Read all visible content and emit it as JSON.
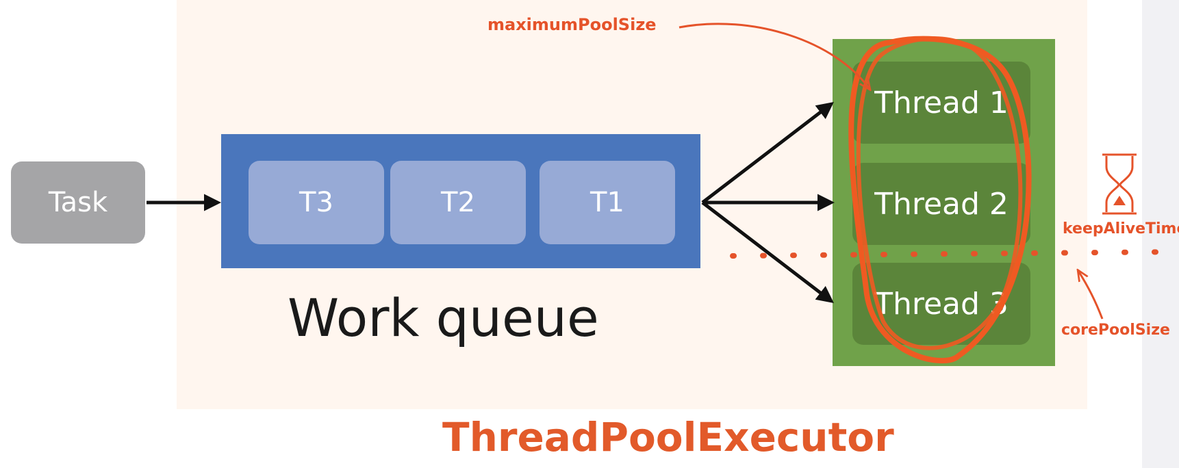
{
  "diagram": {
    "task_label": "Task",
    "queue_slots": [
      "T3",
      "T2",
      "T1"
    ],
    "queue_title": "Work queue",
    "threads": [
      "Thread 1",
      "Thread 2",
      "Thread 3"
    ],
    "executor_title": "ThreadPoolExecutor",
    "annotations": {
      "maximum_pool_size": "maximumPoolSize",
      "keep_alive_time": "keepAliveTime",
      "core_pool_size": "corePoolSize"
    }
  },
  "colors": {
    "task": "#a5a5a7",
    "queue": "#4a76bc",
    "queue_slot": "#97aad6",
    "pool": "#70a24a",
    "thread": "#5b853a",
    "accent": "#e5532a",
    "executor_bg": "#fff6ef"
  },
  "icons": {
    "keep_alive": "hourglass-icon"
  }
}
